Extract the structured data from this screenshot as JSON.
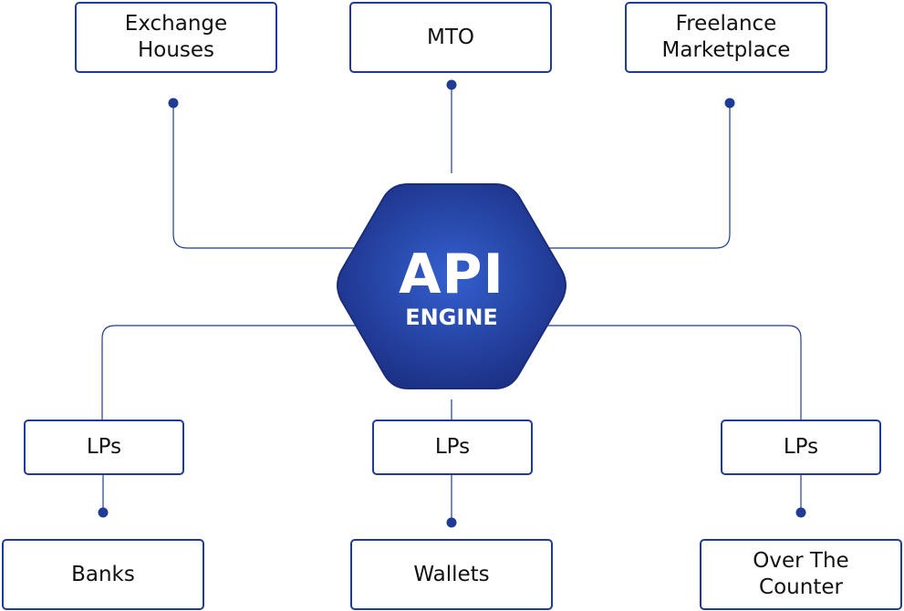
{
  "engine": {
    "title": "API",
    "subtitle": "ENGINE"
  },
  "top_nodes": [
    {
      "label_line1": "Exchange",
      "label_line2": "Houses"
    },
    {
      "label_line1": "MTO",
      "label_line2": ""
    },
    {
      "label_line1": "Freelance",
      "label_line2": "Marketplace"
    }
  ],
  "middle_nodes": [
    {
      "label": "LPs"
    },
    {
      "label": "LPs"
    },
    {
      "label": "LPs"
    }
  ],
  "bottom_nodes": [
    {
      "label_line1": "Banks",
      "label_line2": ""
    },
    {
      "label_line1": "Wallets",
      "label_line2": ""
    },
    {
      "label_line1": "Over The",
      "label_line2": "Counter"
    }
  ],
  "colors": {
    "accent": "#1f3b94",
    "hexagon_center": "#2f59c9",
    "hexagon_edge": "#1b2f83",
    "text": "#111111"
  }
}
